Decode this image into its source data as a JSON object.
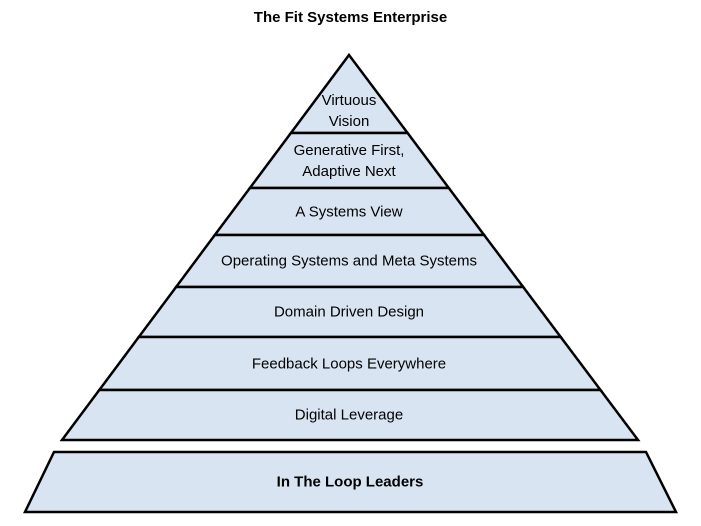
{
  "title": "The Fit Systems Enterprise",
  "layers": [
    {
      "label": "Virtuous\nVision"
    },
    {
      "label": "Generative First,\nAdaptive Next"
    },
    {
      "label": "A Systems View"
    },
    {
      "label": "Operating Systems and Meta Systems"
    },
    {
      "label": "Domain Driven Design"
    },
    {
      "label": "Feedback Loops Everywhere"
    },
    {
      "label": "Digital Leverage"
    }
  ],
  "base": {
    "label": "In The Loop Leaders"
  },
  "colors": {
    "layer_fill": "#d9e4f2",
    "stroke": "#000000",
    "text": "#000000"
  }
}
